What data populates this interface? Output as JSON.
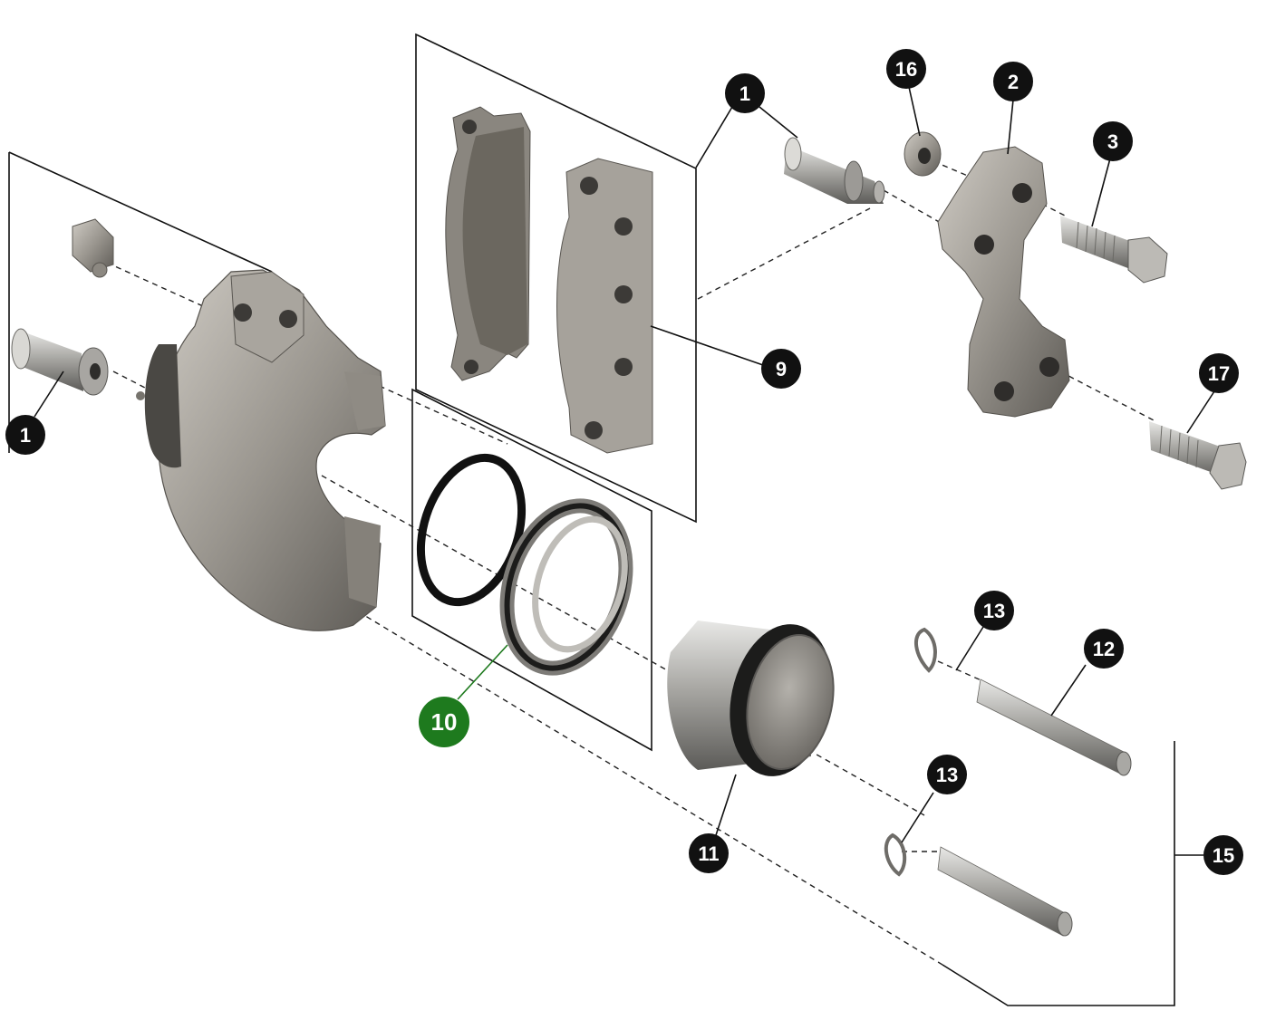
{
  "callouts": [
    {
      "id": "c1a",
      "label": "1",
      "color": "#111111"
    },
    {
      "id": "c1b",
      "label": "1",
      "color": "#111111"
    },
    {
      "id": "c16",
      "label": "16",
      "color": "#111111"
    },
    {
      "id": "c2",
      "label": "2",
      "color": "#111111"
    },
    {
      "id": "c3",
      "label": "3",
      "color": "#111111"
    },
    {
      "id": "c9",
      "label": "9",
      "color": "#111111"
    },
    {
      "id": "c17",
      "label": "17",
      "color": "#111111"
    },
    {
      "id": "c10",
      "label": "10",
      "color": "#1e7a1e"
    },
    {
      "id": "c11",
      "label": "11",
      "color": "#111111"
    },
    {
      "id": "c12",
      "label": "12",
      "color": "#111111"
    },
    {
      "id": "c13a",
      "label": "13",
      "color": "#111111"
    },
    {
      "id": "c13b",
      "label": "13",
      "color": "#111111"
    },
    {
      "id": "c15",
      "label": "15",
      "color": "#111111"
    }
  ],
  "highlight_color": "#1e7a1e"
}
